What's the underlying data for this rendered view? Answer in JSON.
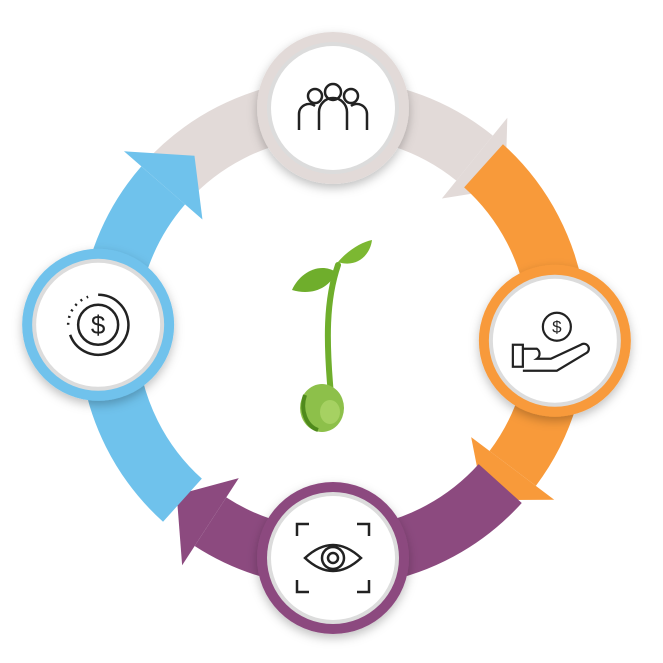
{
  "diagram": {
    "type": "cycle",
    "center_icon": "seedling-icon",
    "stages": [
      {
        "icon": "people-group-icon",
        "color": "#e2dad8",
        "position": "top"
      },
      {
        "icon": "hand-coin-icon",
        "color": "#f89a3a",
        "position": "right"
      },
      {
        "icon": "eye-scan-icon",
        "color": "#8c4a7f",
        "position": "bottom"
      },
      {
        "icon": "dollar-coin-icon",
        "color": "#6fc2ec",
        "position": "left"
      }
    ],
    "colors": {
      "plant_green": "#6fae2c",
      "seed_green": "#8dc04a"
    }
  }
}
